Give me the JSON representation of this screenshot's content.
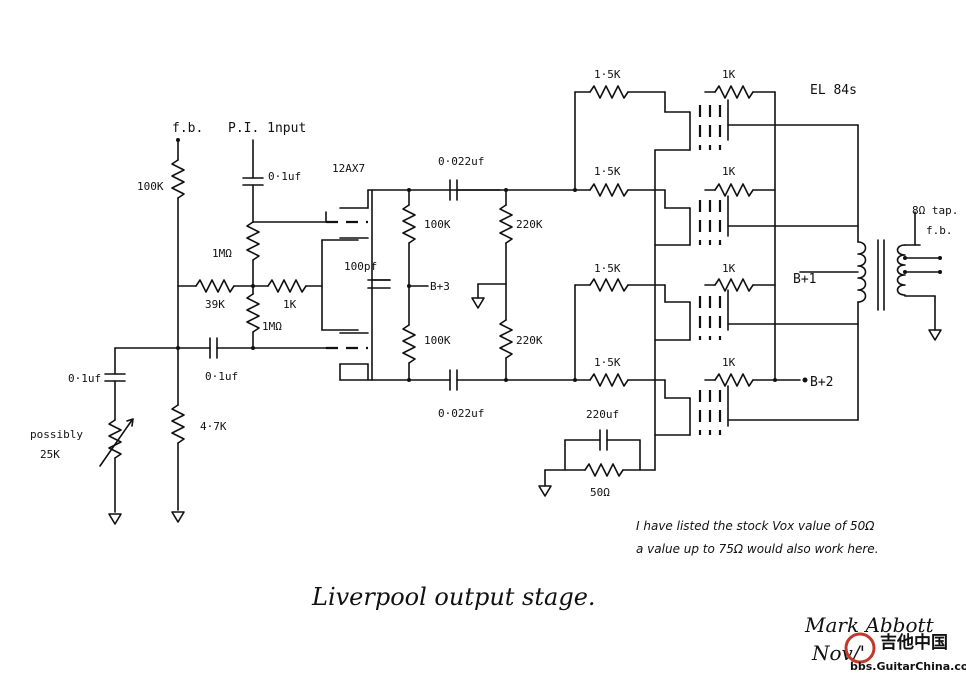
{
  "labels": {
    "fb_left": "f.b.",
    "pi_input": "P.I. 1nput",
    "tube_12ax7": "12AX7",
    "tube_el84": "EL 84s",
    "cap_input": "0·1uf",
    "cap_coupling_top": "0·022uf",
    "cap_coupling_bottom": "0·022uf",
    "cap_grid": "0·1uf",
    "cap_pot": "0·1uf",
    "cap_100pf": "100pf",
    "cap_cathode": "220uf",
    "res_100k_fb": "100K",
    "res_1meg_top": "1MΩ",
    "res_1meg_bottom": "1MΩ",
    "res_39k": "39K",
    "res_1k_grid": "1K",
    "res_4k7": "4·7K",
    "res_100k_plate_a": "100K",
    "res_100k_plate_b": "100K",
    "res_220k_a": "220K",
    "res_220k_b": "220K",
    "res_1k5_1": "1·5K",
    "res_1k5_2": "1·5K",
    "res_1k5_3": "1·5K",
    "res_1k5_4": "1·5K",
    "res_1k_1": "1K",
    "res_1k_2": "1K",
    "res_1k_3": "1K",
    "res_1k_4": "1K",
    "res_50ohm": "50Ω",
    "bplus3": "B+3",
    "bplus1": "B+1",
    "bplus2": "B+2",
    "tap_8ohm": "8Ω tap.",
    "fb_right": "f.b.",
    "pot_possibly": "possibly",
    "pot_25k": "25K"
  },
  "title": "Liverpool output stage.",
  "note_line1": "I have listed the stock Vox value of 50Ω",
  "note_line2": "a value up to 75Ω would also work here.",
  "signature_line1": "Mark Abbott",
  "signature_line2": "Nov/'",
  "watermark_cn": "吉他中国",
  "watermark_url": "bbs.GuitarChina.com"
}
